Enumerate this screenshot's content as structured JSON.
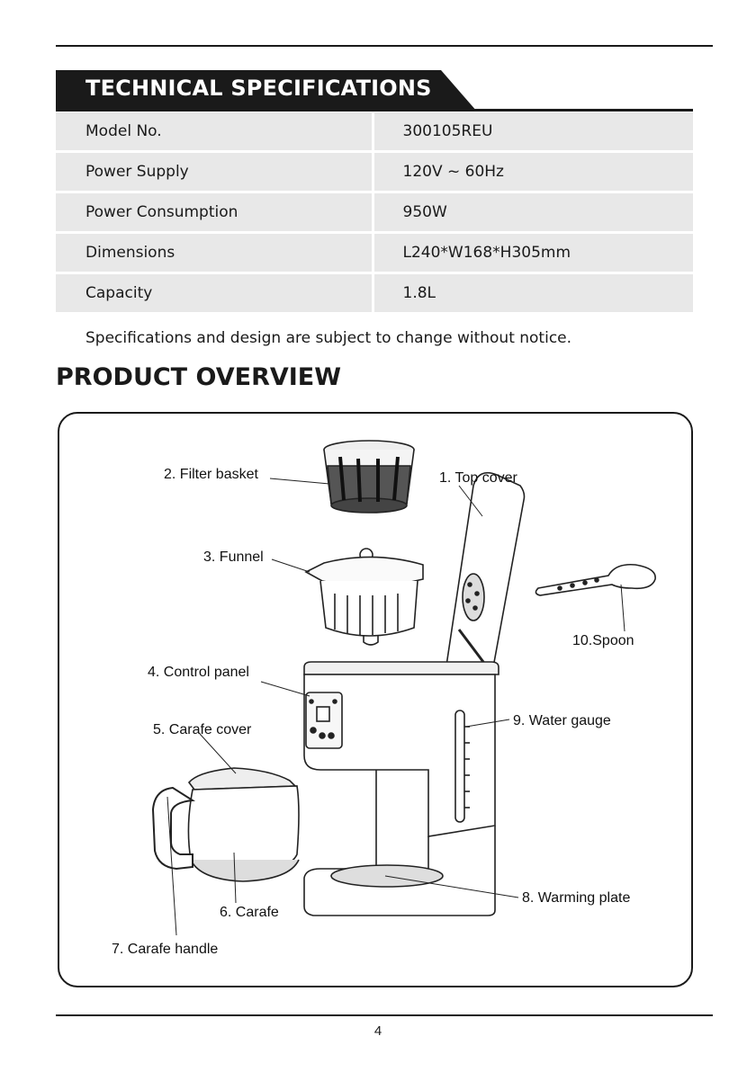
{
  "spec_section": {
    "title": "TECHNICAL SPECIFICATIONS",
    "rows": [
      {
        "label": "Model No.",
        "value": "300105REU"
      },
      {
        "label": "Power Supply",
        "value": "120V ~ 60Hz"
      },
      {
        "label": "Power Consumption",
        "value": "950W"
      },
      {
        "label": "Dimensions",
        "value": "L240*W168*H305mm"
      },
      {
        "label": "Capacity",
        "value": "1.8L"
      }
    ],
    "note": "Specifications and design are subject to change without notice."
  },
  "overview": {
    "title": "PRODUCT OVERVIEW",
    "parts": {
      "top_cover": "1. Top cover",
      "filter_basket": "2. Filter basket",
      "funnel": "3. Funnel",
      "control_panel": "4. Control panel",
      "carafe_cover": "5. Carafe cover",
      "carafe": "6. Carafe",
      "carafe_handle": "7. Carafe handle",
      "warming_plate": "8. Warming plate",
      "water_gauge": "9. Water gauge",
      "spoon": "10.Spoon"
    }
  },
  "footer": {
    "page_number": "4"
  }
}
